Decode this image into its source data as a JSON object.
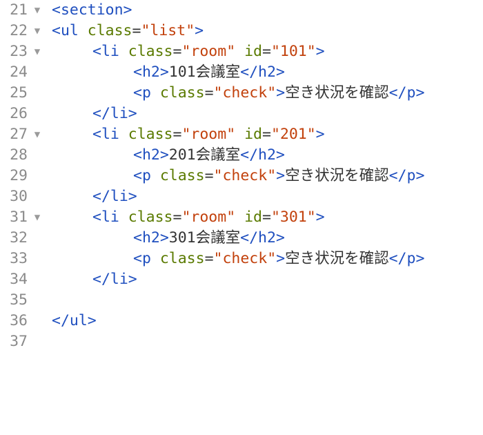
{
  "lines": [
    {
      "no": "21",
      "fold": "▼",
      "indent": 0,
      "tag_open": "<section>"
    },
    {
      "no": "22",
      "fold": "▼",
      "indent": 0,
      "tag_open": "<ul ",
      "attr": "class",
      "eq": "=",
      "val": "\"list\"",
      "tag_close": ">"
    },
    {
      "no": "23",
      "fold": "▼",
      "indent": 4,
      "tag_open": "<li ",
      "attr1": "class",
      "eq1": "=",
      "val1": "\"room\"",
      "sp": " ",
      "attr2": "id",
      "eq2": "=",
      "val2": "\"101\"",
      "tag_close": ">"
    },
    {
      "no": "24",
      "fold": "",
      "indent": 8,
      "tag_open": "<h2>",
      "text": "101会議室",
      "tag_end": "</h2>"
    },
    {
      "no": "25",
      "fold": "",
      "indent": 8,
      "tag_open": "<p ",
      "attr": "class",
      "eq": "=",
      "val": "\"check\"",
      "tag_close": ">",
      "text": "空き状況を確認",
      "tag_end": "</p>"
    },
    {
      "no": "26",
      "fold": "",
      "indent": 4,
      "tag_open": "</li>"
    },
    {
      "no": "27",
      "fold": "▼",
      "indent": 4,
      "tag_open": "<li ",
      "attr1": "class",
      "eq1": "=",
      "val1": "\"room\"",
      "sp": " ",
      "attr2": "id",
      "eq2": "=",
      "val2": "\"201\"",
      "tag_close": ">"
    },
    {
      "no": "28",
      "fold": "",
      "indent": 8,
      "tag_open": "<h2>",
      "text": "201会議室",
      "tag_end": "</h2>"
    },
    {
      "no": "29",
      "fold": "",
      "indent": 8,
      "tag_open": "<p ",
      "attr": "class",
      "eq": "=",
      "val": "\"check\"",
      "tag_close": ">",
      "text": "空き状況を確認",
      "tag_end": "</p>"
    },
    {
      "no": "30",
      "fold": "",
      "indent": 4,
      "tag_open": "</li>"
    },
    {
      "no": "31",
      "fold": "▼",
      "indent": 4,
      "tag_open": "<li ",
      "attr1": "class",
      "eq1": "=",
      "val1": "\"room\"",
      "sp": " ",
      "attr2": "id",
      "eq2": "=",
      "val2": "\"301\"",
      "tag_close": ">"
    },
    {
      "no": "32",
      "fold": "",
      "indent": 8,
      "tag_open": "<h2>",
      "text": "301会議室",
      "tag_end": "</h2>"
    },
    {
      "no": "33",
      "fold": "",
      "indent": 8,
      "tag_open": "<p ",
      "attr": "class",
      "eq": "=",
      "val": "\"check\"",
      "tag_close": ">",
      "text": "空き状況を確認",
      "tag_end": "</p>"
    },
    {
      "no": "34",
      "fold": "",
      "indent": 4,
      "tag_open": "</li>"
    },
    {
      "no": "35",
      "fold": "",
      "indent": 0
    },
    {
      "no": "36",
      "fold": "",
      "indent": 0,
      "tag_open": "</ul>"
    },
    {
      "no": "37",
      "fold": "",
      "indent": 0
    }
  ],
  "colors": {
    "tag": "#1f4fbf",
    "attribute": "#5a7a00",
    "string": "#c2410c",
    "text": "#333333",
    "line_number": "#8a8a8a"
  }
}
